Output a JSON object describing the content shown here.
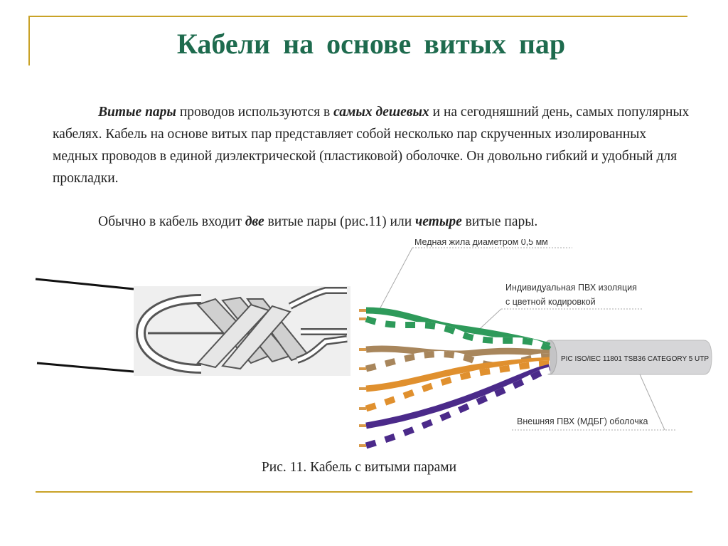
{
  "title": "Кабели на основе витых пар",
  "paragraph1": {
    "lead_em": "Витые пары",
    "part1": " проводов используются в ",
    "em2": "самых дешевых",
    "part2": " и на сегодняшний день, самых популярных кабелях. Кабель на основе витых пар представляет собой несколько пар скрученных изолированных медных проводов в единой диэлектрической (пластиковой) оболочке. Он довольно гибкий и удобный для прокладки."
  },
  "paragraph2": {
    "part1": "Обычно в кабель входит ",
    "em1": "две",
    "part2": " витые пары (рис.11) или ",
    "em2": "четыре",
    "part3": " витые пары."
  },
  "figure": {
    "label_core": "Медная жила диаметром 0,5 мм",
    "label_insulation_1": "Индивидуальная ПВХ изоляция",
    "label_insulation_2": "с цветной кодировкой",
    "label_jacket": "Внешняя ПВХ (МДБГ) оболочка",
    "jacket_print": "PIC ISO/IEC 11801 TSB36 CATEGORY 5 UTP",
    "colors": {
      "green": "#2e9a5a",
      "brown": "#a8865c",
      "orange": "#e0902e",
      "purple": "#4b2a8a",
      "jacket": "#d6d6d8",
      "copper": "#d99a4a"
    }
  },
  "caption": "Рис. 11. Кабель с витыми парами"
}
